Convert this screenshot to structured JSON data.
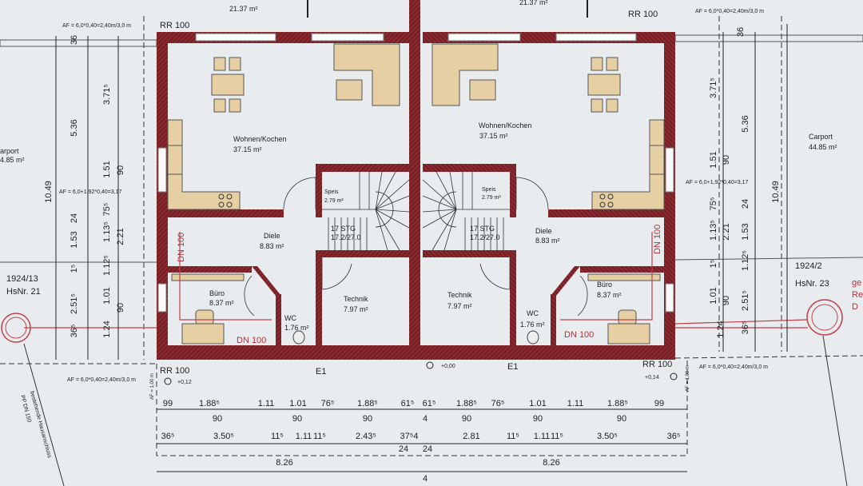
{
  "outside": {
    "terrace_area_left": "21.37 m²",
    "terrace_area_right": "21.37 m²",
    "carport_left_label": "arport",
    "carport_left_area": "4.85 m²",
    "carport_right_label": "Carport",
    "carport_right_area": "44.85 m²",
    "parcel_left": "1924/13",
    "house_left": "HsNr. 21",
    "parcel_right": "1924/2",
    "house_right": "HsNr. 23",
    "right_edge_fragment": [
      "ge",
      "Re",
      "D"
    ],
    "sewer_label": "bestehende Hausanschluss",
    "sewer_pipe": "PP DN 150"
  },
  "markers": {
    "rr_top_left": "RR 100",
    "rr_top_right": "RR 100",
    "rr_bottom_left": "RR 100",
    "rr_bottom_right": "RR 100",
    "entry_left": "E1",
    "entry_right": "E1",
    "level_left": "+0,12",
    "level_center": "+0,00",
    "level_right": "+0,14",
    "dn_left_vertical": "DN 100",
    "dn_left_horizontal": "DN 100",
    "dn_right_horizontal": "DN 100",
    "dn_right_vertical": "DN 100",
    "af_top": "AF = 6,0*0,40=2,40m/3,0 m",
    "af_side": "AF = 6,0+1,92*0,40=3,17",
    "af_small": "AF = 1,00 m"
  },
  "rooms": {
    "left": {
      "living": {
        "name": "Wohnen/Kochen",
        "area": "37.15 m²"
      },
      "hall": {
        "name": "Diele",
        "area": "8.83 m²"
      },
      "office": {
        "name": "Büro",
        "area": "8.37 m²"
      },
      "technik": {
        "name": "Technik",
        "area": "7.97 m²"
      },
      "wc": {
        "name": "WC",
        "area": "1.76 m²"
      },
      "pantry": {
        "name": "Speis",
        "area": "2.79 m²"
      },
      "stairs": {
        "steps": "17 STG",
        "ratio": "17.2/27.0"
      }
    },
    "right": {
      "living": {
        "name": "Wohnen/Kochen",
        "area": "37.15 m²"
      },
      "hall": {
        "name": "Diele",
        "area": "8.83 m²"
      },
      "office": {
        "name": "Büro",
        "area": "8.37 m²"
      },
      "technik": {
        "name": "Technik",
        "area": "7.97 m²"
      },
      "wc": {
        "name": "WC",
        "area": "1.76 m²"
      },
      "pantry": {
        "name": "Speis",
        "area": "2.79 m²"
      },
      "stairs": {
        "steps": "17 STG",
        "ratio": "17.2/27.0"
      }
    }
  },
  "dimensions": {
    "row1_top": [
      "99",
      "1.88⁵",
      "1.11",
      "1.01",
      "76⁵",
      "1.88⁵",
      "61⁵",
      "61⁵",
      "1.88⁵",
      "76⁵",
      "1.01",
      "1.11",
      "1.88⁵",
      "99"
    ],
    "row1_bottom": [
      "90",
      "90",
      "90",
      "4",
      "90",
      "90",
      "90"
    ],
    "row2_top": [
      "36⁵",
      "3.50⁵",
      "11⁵",
      "1.11",
      "11⁵",
      "2.43⁵",
      "37⁵4",
      "2.81",
      "11⁵",
      "1.11",
      "11⁵",
      "3.50⁵",
      "36⁵"
    ],
    "row2_bottom": [
      "24",
      "24"
    ],
    "row3": [
      "8.26",
      "8.26",
      "4"
    ],
    "left_vertical": [
      "36",
      "5.36",
      "3.71⁵",
      "1.51",
      "90",
      "10.49",
      "24",
      "75⁵",
      "1.53",
      "1.13⁵",
      "2.21",
      "1⁵",
      "1.12⁵",
      "2.51⁵",
      "1.01",
      "90",
      "1.24",
      "36⁵"
    ],
    "right_vertical": [
      "36",
      "3.71⁵",
      "5.36",
      "1.51",
      "90",
      "10.49",
      "75⁵",
      "24",
      "1.13⁵",
      "2.21",
      "1.53",
      "1.12⁵",
      "1⁵",
      "1.01",
      "90",
      "2.51⁵",
      "1.24",
      "36⁵"
    ]
  },
  "colors": {
    "wall": "#7a1f24",
    "furniture": "#e6d0a3",
    "drain": "#c0404a",
    "paper": "#e9ecef"
  }
}
